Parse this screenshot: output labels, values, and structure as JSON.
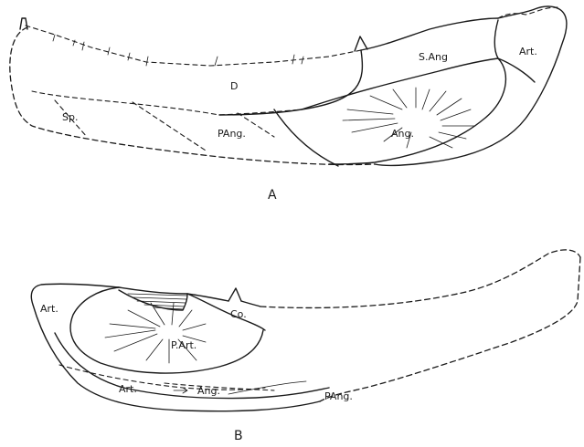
{
  "figure_a": {
    "caption": "A",
    "labels": {
      "dentary": "D",
      "surangular": "S.Ang",
      "articular": "Art.",
      "splenial": "Sp.",
      "prearticular_angular": "PAng.",
      "angular": "Ang."
    }
  },
  "figure_b": {
    "caption": "B",
    "labels": {
      "articular_top": "Art.",
      "coronoid": "Co.",
      "prearticular": "P.Art.",
      "articular_bottom": "Art.",
      "angular": "Ang.",
      "prearticular_angular": "PAng."
    }
  },
  "colors": {
    "ink": "#1a1a1a",
    "paper": "#ffffff"
  }
}
